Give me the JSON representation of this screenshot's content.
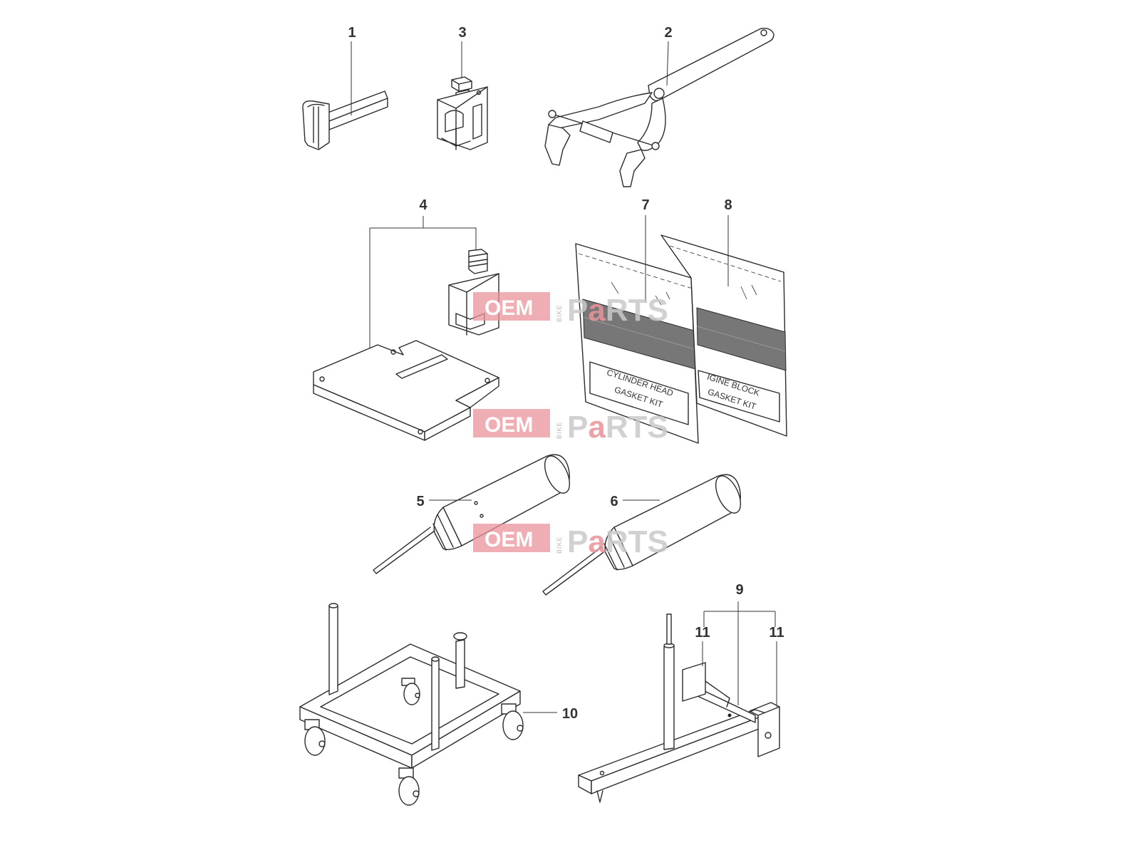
{
  "callouts": {
    "c1": "1",
    "c2": "2",
    "c3": "3",
    "c4": "4",
    "c5": "5",
    "c6": "6",
    "c7": "7",
    "c8": "8",
    "c9": "9",
    "c10": "10",
    "c11a": "11",
    "c11b": "11"
  },
  "bags": {
    "bag7": {
      "line1": "CYLINDER HEAD",
      "line2": "GASKET KIT"
    },
    "bag8": {
      "line1": "IGINE BLOCK",
      "line2": "GASKET KIT"
    }
  },
  "watermark": {
    "oem": "OEM",
    "bike": "BIKE",
    "parts_p": "P",
    "parts_a": "a",
    "parts_rts": "RTS"
  },
  "colors": {
    "line": "#2b2b2b",
    "watermark_accent": "#e8939a",
    "watermark_grey": "#c9c9c9",
    "background": "#ffffff"
  }
}
